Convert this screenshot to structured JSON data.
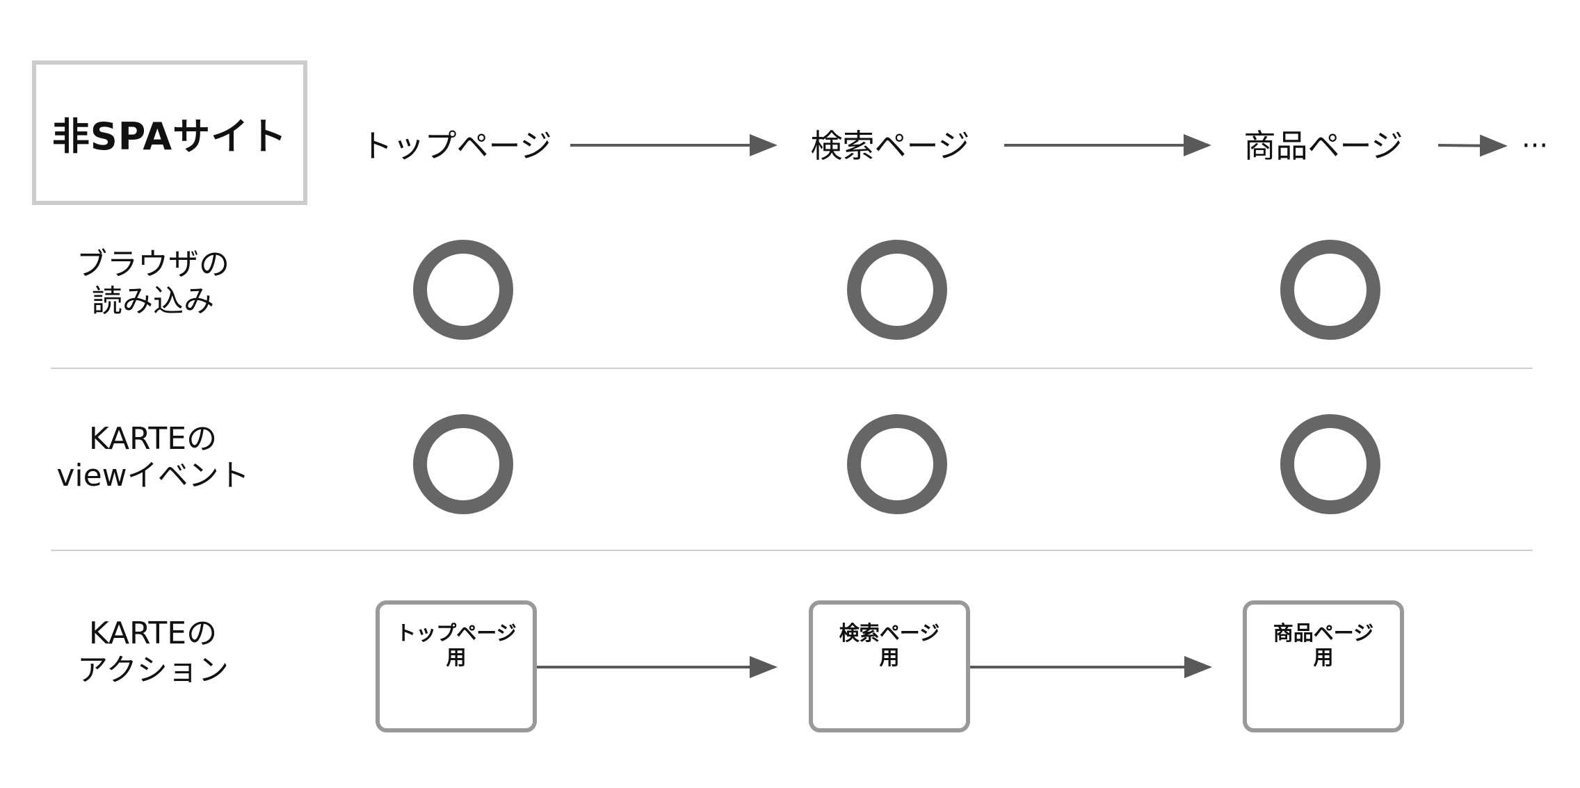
{
  "title": "非SPAサイト",
  "pages": [
    "トップページ",
    "検索ページ",
    "商品ページ"
  ],
  "pages_more": "···",
  "rows": {
    "browser_load": {
      "line1": "ブラウザの",
      "line2": "読み込み"
    },
    "view_event": {
      "line1": "KARTEの",
      "line2": "viewイベント"
    },
    "action": {
      "line1": "KARTEの",
      "line2": "アクション"
    }
  },
  "actions": [
    {
      "line1": "トップページ",
      "line2": "用"
    },
    {
      "line1": "検索ページ",
      "line2": "用"
    },
    {
      "line1": "商品ページ",
      "line2": "用"
    }
  ],
  "colors": {
    "arrow": "#595959",
    "circle": "#666666",
    "box_border": "#999999",
    "title_border": "#cccccc",
    "separator": "#cfcfcf"
  }
}
